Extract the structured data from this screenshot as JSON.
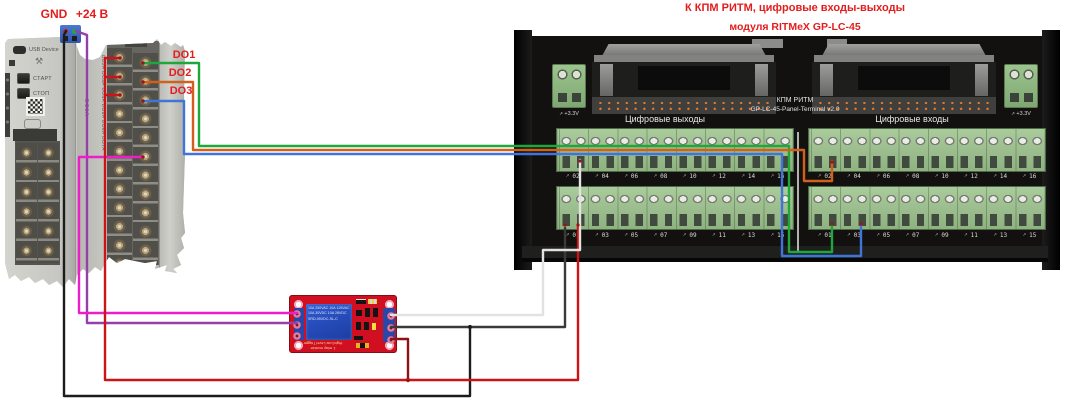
{
  "labels": {
    "gnd": "GND",
    "p24": "+24 В",
    "do1": "DO1",
    "do2": "DO2",
    "do3": "DO3"
  },
  "title": {
    "line1": "К КПМ РИТМ, цифровые входы-выходы",
    "line2": "модуля RITMeX GP-LC-45"
  },
  "plc": {
    "usb_label": "USB Device",
    "start_label": "СТАРТ",
    "stop_label": "СТОП",
    "microsd_label": "microSD",
    "tool_icon_char": "⚒",
    "middle_label": "DO1A",
    "block_labels": "DO2A DO3A DO4A DO5A DO6A DO7A"
  },
  "relay": {
    "block_lines": [
      "10A 250VAC  10A 125VAC",
      "10A 30VDC  10A 28VDC",
      "SRD-05VDC-SL-C"
    ],
    "silk_line1": "1 relay module",
    "silk_line2": "High/Low Level Trigger"
  },
  "panel": {
    "center_line1": "КПМ РИТМ",
    "center_line2": "GP-LC-45-Panel-Terminal v2.0",
    "outputs_label": "Цифровые выходы",
    "inputs_label": "Цифровые входы",
    "v33_left": "+3.3V",
    "v33_right": "+3.3V",
    "pin_icon_char": "↗",
    "even_labels": [
      "02",
      "04",
      "06",
      "08",
      "10",
      "12",
      "14",
      "16"
    ],
    "odd_labels": [
      "01",
      "03",
      "05",
      "07",
      "09",
      "11",
      "13",
      "15"
    ]
  },
  "colors": {
    "label_red": "#e31c1c",
    "wire_black": "#1c1c1c",
    "wire_gray": "#3a3a3a",
    "wire_red": "#cc1417",
    "wire_dark_red": "#8e1113",
    "wire_purple": "#9440a8",
    "wire_magenta": "#ed1ec8",
    "wire_green": "#1ea83b",
    "wire_orange": "#d2601a",
    "wire_blue": "#3f74d8",
    "wire_white": "#e2e2e0",
    "junction": "#9c1616",
    "pcb_red": "#d01020",
    "pin_orange": "#e8762a",
    "panel_bg": "#121110"
  }
}
